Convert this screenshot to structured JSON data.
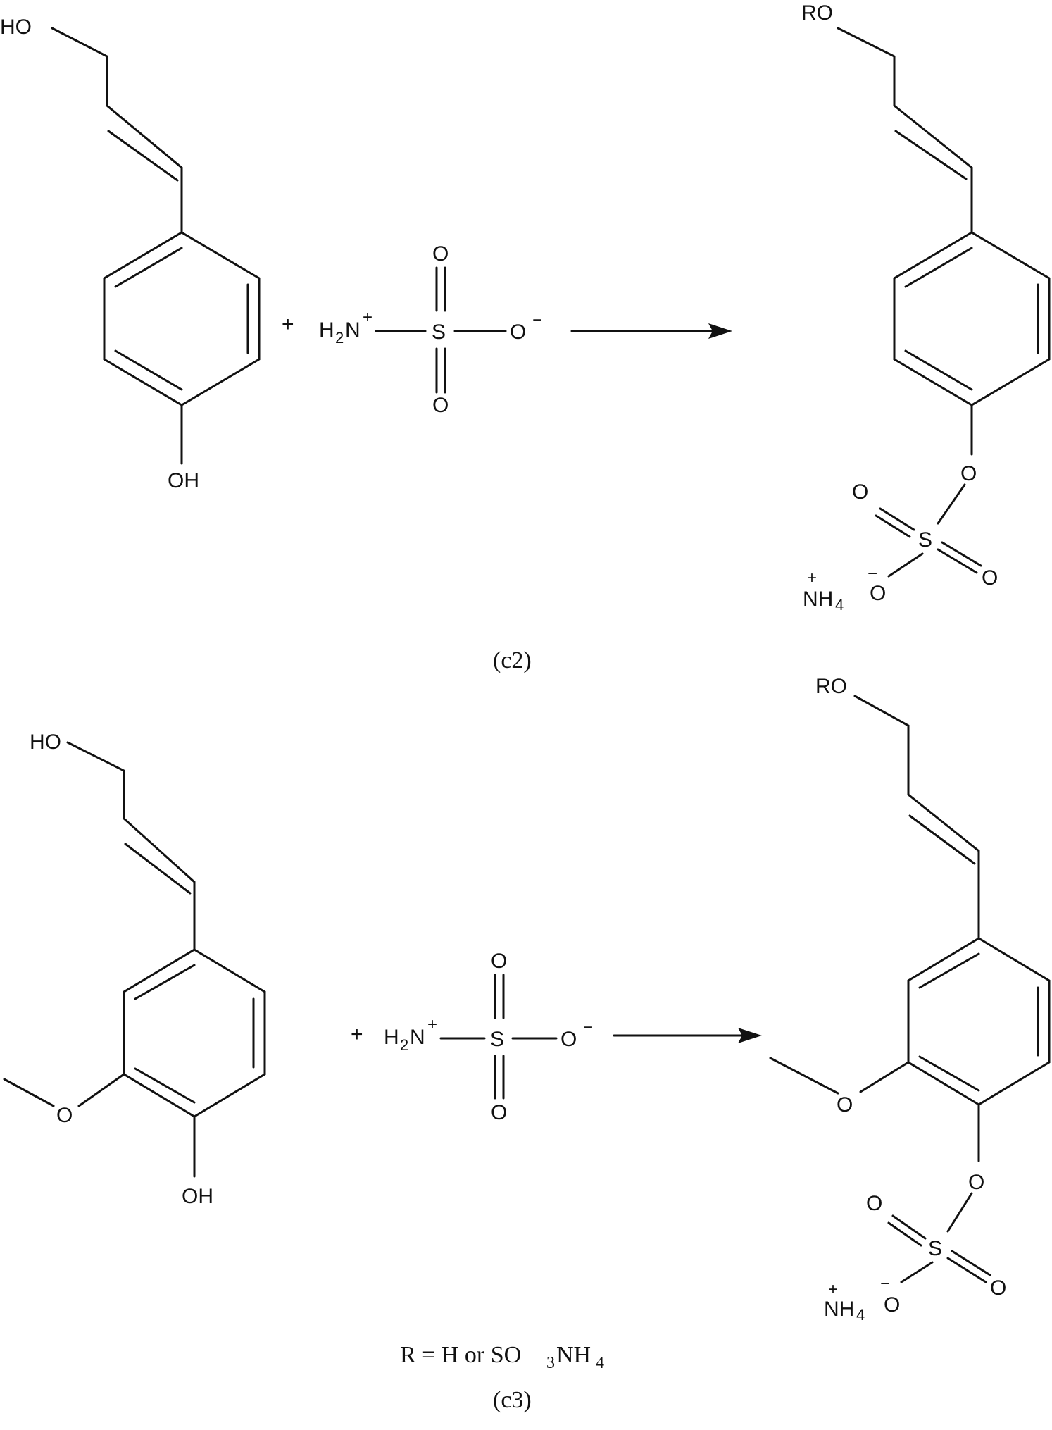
{
  "atoms": {
    "HO": "HO",
    "OH": "OH",
    "RO": "RO",
    "O": "O",
    "S": "S",
    "H": "H",
    "N": "N",
    "NH": "NH",
    "two": "2",
    "four": "4",
    "plus": "+",
    "minus": "−"
  },
  "captions": {
    "c2": "(c2)",
    "c3": "(c3)",
    "legend_prefix": "R = H or SO",
    "legend_sub3": "3",
    "legend_nh": "NH",
    "legend_sub4": "4"
  },
  "colors": {
    "ink": "#111111",
    "background": "#ffffff"
  }
}
